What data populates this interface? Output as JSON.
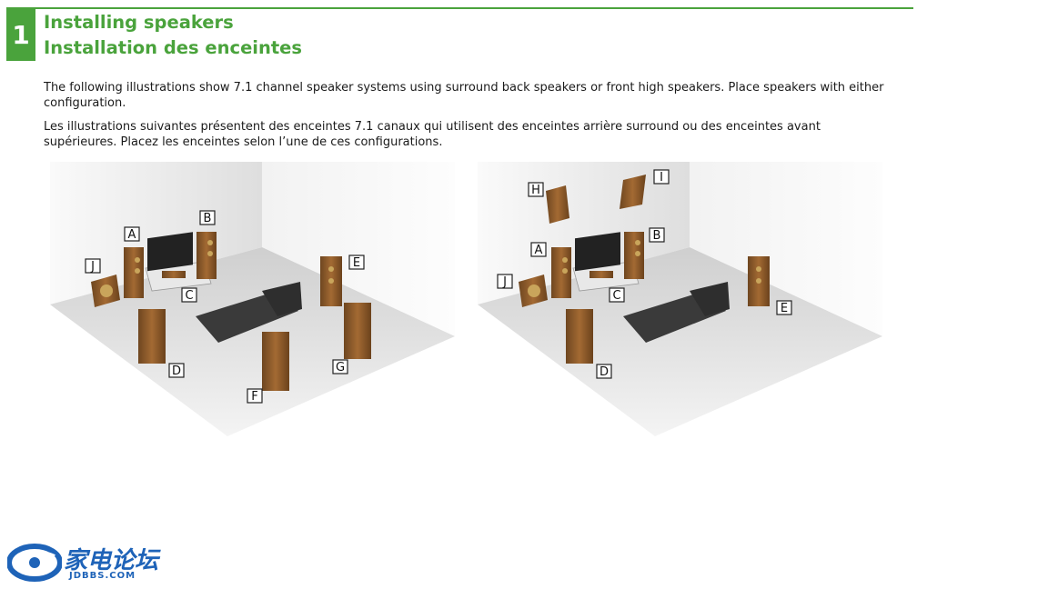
{
  "section": {
    "number": "1",
    "title_en": "Installing speakers",
    "title_fr": "Installation des enceintes"
  },
  "paragraphs": {
    "en": "The following illustrations show 7.1 channel speaker systems using surround back speakers or front high speakers. Place speakers with either configuration.",
    "fr": "Les illustrations suivantes présentent des enceintes 7.1 canaux qui utilisent des enceintes arrière surround ou des enceintes avant supérieures. Placez les enceintes selon l’une de ces configurations."
  },
  "left_labels": [
    "A",
    "B",
    "C",
    "D",
    "E",
    "F",
    "G",
    "J"
  ],
  "right_labels": [
    "A",
    "B",
    "C",
    "D",
    "E",
    "H",
    "I",
    "J"
  ],
  "watermark": {
    "brand_cn": "家电论坛",
    "brand_url": "JDBBS.COM"
  },
  "colors": {
    "accent_green": "#4aa33c",
    "speaker_wood": "#8a5a2b",
    "logo_blue": "#1e63b8"
  }
}
